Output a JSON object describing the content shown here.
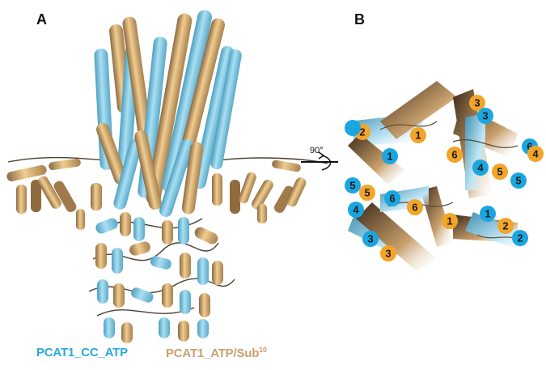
{
  "panels": {
    "a_label": "A",
    "b_label": "B",
    "rotation_label": "90°"
  },
  "legend": {
    "cc_atp": "PCAT1_CC_ATP",
    "atp_sub": "PCAT1_ATP/Sub",
    "atp_sub_superscript": "10"
  },
  "colors": {
    "cc_atp": "#29a9dc",
    "atp_sub": "#e8bd7e",
    "atp_sub_dark": "#6b4e2e",
    "cc_atp_dark": "#1e6f96",
    "orange_marker": "#f3a52a",
    "blue_marker": "#1ba6df"
  },
  "helix_markers": [
    {
      "text": "3",
      "color": "orange"
    },
    {
      "text": "3",
      "color": "blue"
    },
    {
      "text": "2",
      "color": "orange"
    },
    {
      "text": "",
      "color": "blue"
    },
    {
      "text": "1",
      "color": "orange"
    },
    {
      "text": "1",
      "color": "blue"
    },
    {
      "text": "6",
      "color": "orange"
    },
    {
      "text": "6",
      "color": "blue"
    },
    {
      "text": "5",
      "color": "orange"
    },
    {
      "text": "4",
      "color": "orange"
    },
    {
      "text": "4",
      "color": "blue"
    },
    {
      "text": "5",
      "color": "blue"
    },
    {
      "text": "5",
      "color": "blue"
    },
    {
      "text": "5",
      "color": "orange"
    },
    {
      "text": "6",
      "color": "blue"
    },
    {
      "text": "6",
      "color": "orange"
    },
    {
      "text": "4",
      "color": "blue"
    },
    {
      "text": "3",
      "color": "blue"
    },
    {
      "text": "3",
      "color": "orange"
    },
    {
      "text": "1",
      "color": "orange"
    },
    {
      "text": "1",
      "color": "blue"
    },
    {
      "text": "2",
      "color": "orange"
    },
    {
      "text": "2",
      "color": "blue"
    }
  ]
}
